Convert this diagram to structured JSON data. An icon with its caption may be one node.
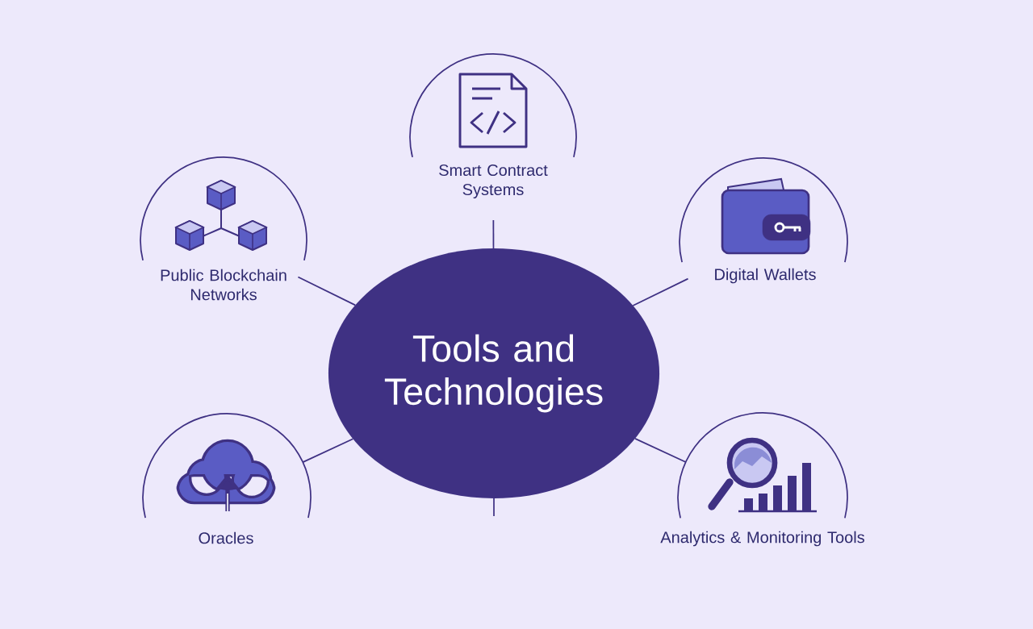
{
  "diagram": {
    "nodes": [
      {
        "text": [
          "Tools and Technologies"
        ]
      },
      {
        "text": [
          "Smart Contract Systems"
        ]
      },
      {
        "text": [
          "Public Blockchain Networks"
        ]
      },
      {
        "text": [
          "Digital Wallets"
        ]
      },
      {
        "text": [
          "Oracles"
        ]
      },
      {
        "text": [
          "Analytics & Monitoring Tools"
        ]
      }
    ],
    "edges": [
      {
        "from": 0,
        "to": 1,
        "arrow": "none"
      },
      {
        "from": 0,
        "to": 2,
        "arrow": "none"
      },
      {
        "from": 0,
        "to": 3,
        "arrow": "none"
      },
      {
        "from": 0,
        "to": 4,
        "arrow": "none"
      },
      {
        "from": 0,
        "to": 5,
        "arrow": "none"
      },
      {
        "from": 0,
        "to": null,
        "arrow": "none"
      }
    ]
  }
}
